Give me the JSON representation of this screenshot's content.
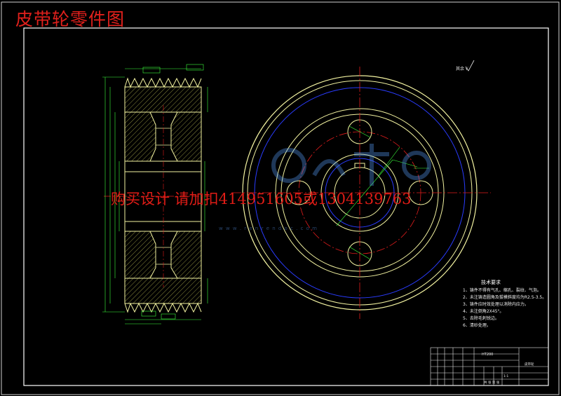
{
  "drawing": {
    "title": "皮带轮零件图",
    "overlay_text": "购买设计 请加扣414951605或1304139763",
    "watermark_url": "w w w . r e n r e n d o c . c o m",
    "roughness_note": "其余 √"
  },
  "tech_notes": {
    "heading": "技术要求",
    "items": [
      "1、铸件不得有气孔、缩孔、裂纹、气泡。",
      "2、未注铸造圆角及拔模斜度均为R2.5-3.5。",
      "3、铸件应时效处理以消除内应力。",
      "4、未注倒角2X45°。",
      "5、去除毛刺锐边。",
      "6、清砂处理。"
    ]
  },
  "title_block": {
    "material": "HT200",
    "name": "皮带轮",
    "scale": "1:1",
    "sheet": "共 张 第 张"
  },
  "colors": {
    "background": "#000000",
    "border": "#ffffff",
    "outline": "#f2f2a0",
    "centerline": "#e01c1c",
    "hidden": "#2a3cff",
    "dimension": "#3cff3c",
    "hatch": "#e8e870"
  }
}
